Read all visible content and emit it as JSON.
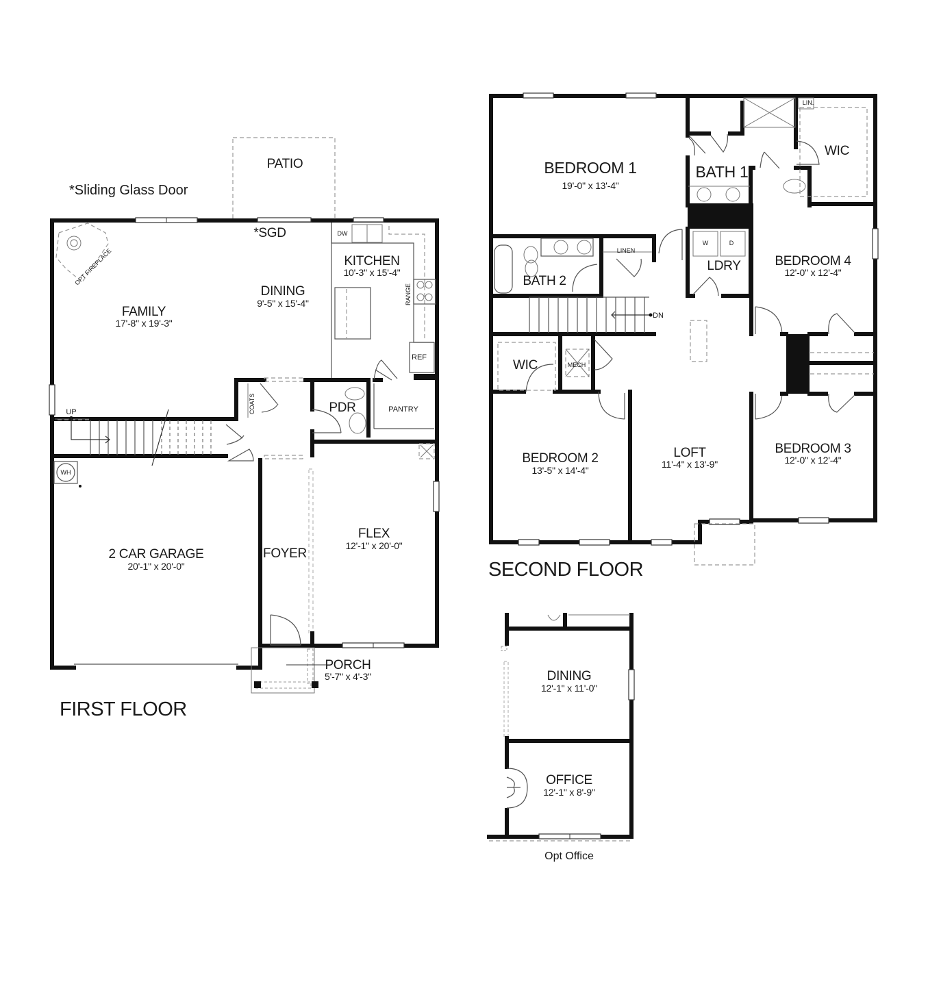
{
  "notes": {
    "sliding_glass_door": "*Sliding Glass Door",
    "sgd": "*SGD"
  },
  "first_floor": {
    "title": "FIRST FLOOR",
    "patio": "PATIO",
    "opt_fireplace": "OPT FIREPLACE",
    "family": {
      "name": "FAMILY",
      "dims": "17'-8\" x 19'-3\""
    },
    "dining": {
      "name": "DINING",
      "dims": "9'-5\" x 15'-4\""
    },
    "kitchen": {
      "name": "KITCHEN",
      "dims": "10'-3\" x 15'-4\""
    },
    "dw": "DW",
    "range": "RANGE",
    "ref": "REF",
    "pantry": "PANTRY",
    "pdr": "PDR",
    "coats": "COATS",
    "up": "UP",
    "wh": "WH",
    "garage": {
      "name": "2 CAR GARAGE",
      "dims": "20'-1\" x 20'-0\""
    },
    "foyer": {
      "name": "FOYER"
    },
    "flex": {
      "name": "FLEX",
      "dims": "12'-1\" x 20'-0\""
    },
    "porch": {
      "name": "PORCH",
      "dims": "5'-7\" x 4'-3\""
    }
  },
  "second_floor": {
    "title": "SECOND FLOOR",
    "bedroom1": {
      "name": "BEDROOM 1",
      "dims": "19'-0\" x 13'-4\""
    },
    "bath1": {
      "name": "BATH 1"
    },
    "lin": "LIN.",
    "wic1": "WIC",
    "bath2": {
      "name": "BATH 2"
    },
    "linen": "LINEN",
    "ldry": {
      "name": "LDRY"
    },
    "washer": "W",
    "dryer": "D",
    "bedroom4": {
      "name": "BEDROOM 4",
      "dims": "12'-0\" x 12'-4\""
    },
    "dn": "DN",
    "wic2": "WIC",
    "mech": "MECH",
    "bedroom2": {
      "name": "BEDROOM 2",
      "dims": "13'-5\" x 14'-4\""
    },
    "loft": {
      "name": "LOFT",
      "dims": "11'-4\" x 13'-9\""
    },
    "bedroom3": {
      "name": "BEDROOM 3",
      "dims": "12'-0\" x 12'-4\""
    }
  },
  "opt_office": {
    "caption": "Opt Office",
    "dining": {
      "name": "DINING",
      "dims": "12'-1\" x 11'-0\""
    },
    "office": {
      "name": "OFFICE",
      "dims": "12'-1\" x 8'-9\""
    }
  }
}
